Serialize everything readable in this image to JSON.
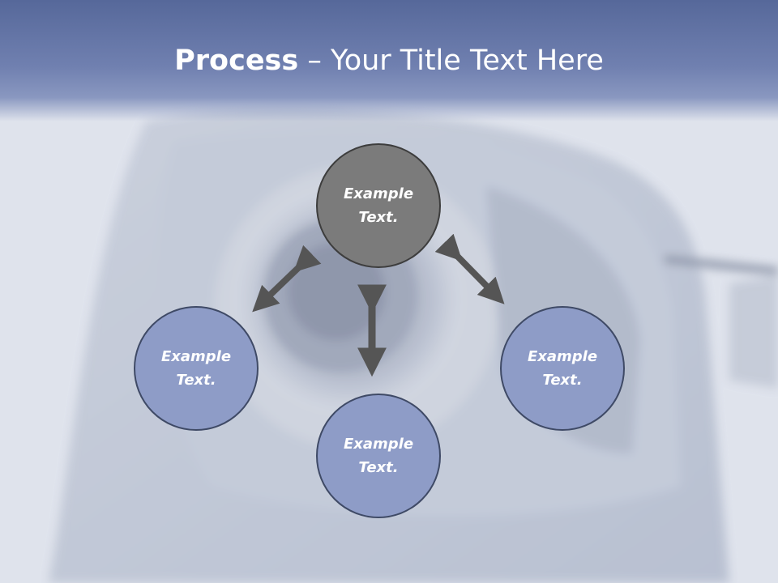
{
  "slide": {
    "title_bold": "Process",
    "title_rest": " – Your Title Text Here"
  },
  "nodes": {
    "top": {
      "line1": "Example",
      "line2": "Text."
    },
    "left": {
      "line1": "Example",
      "line2": "Text."
    },
    "right": {
      "line1": "Example",
      "line2": "Text."
    },
    "bottom": {
      "line1": "Example",
      "line2": "Text."
    }
  },
  "colors": {
    "title_band": "#6f7fae",
    "center_node": "#7b7b7b",
    "outer_node": "#8e9cc7",
    "arrow": "#555555"
  }
}
